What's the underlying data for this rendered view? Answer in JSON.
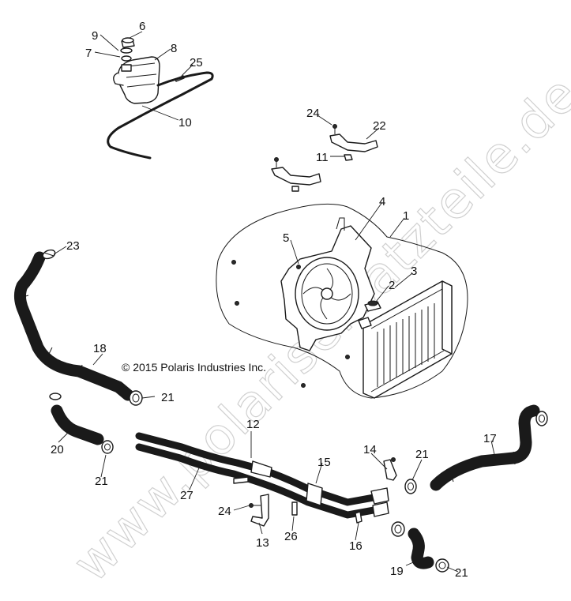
{
  "watermark": "www.polarisersatzteile.de",
  "copyright": "© 2015 Polaris Industries Inc.",
  "callouts": {
    "c1": "1",
    "c2": "2",
    "c3": "3",
    "c4": "4",
    "c5": "5",
    "c6": "6",
    "c7": "7",
    "c8": "8",
    "c9": "9",
    "c10": "10",
    "c11": "11",
    "c12": "12",
    "c13": "13",
    "c14": "14",
    "c15": "15",
    "c16": "16",
    "c17": "17",
    "c18": "18",
    "c19": "19",
    "c20": "20",
    "c21a": "21",
    "c21b": "21",
    "c21c": "21",
    "c21d": "21",
    "c22": "22",
    "c23": "23",
    "c24a": "24",
    "c24b": "24",
    "c25": "25",
    "c26": "26",
    "c27": "27"
  }
}
